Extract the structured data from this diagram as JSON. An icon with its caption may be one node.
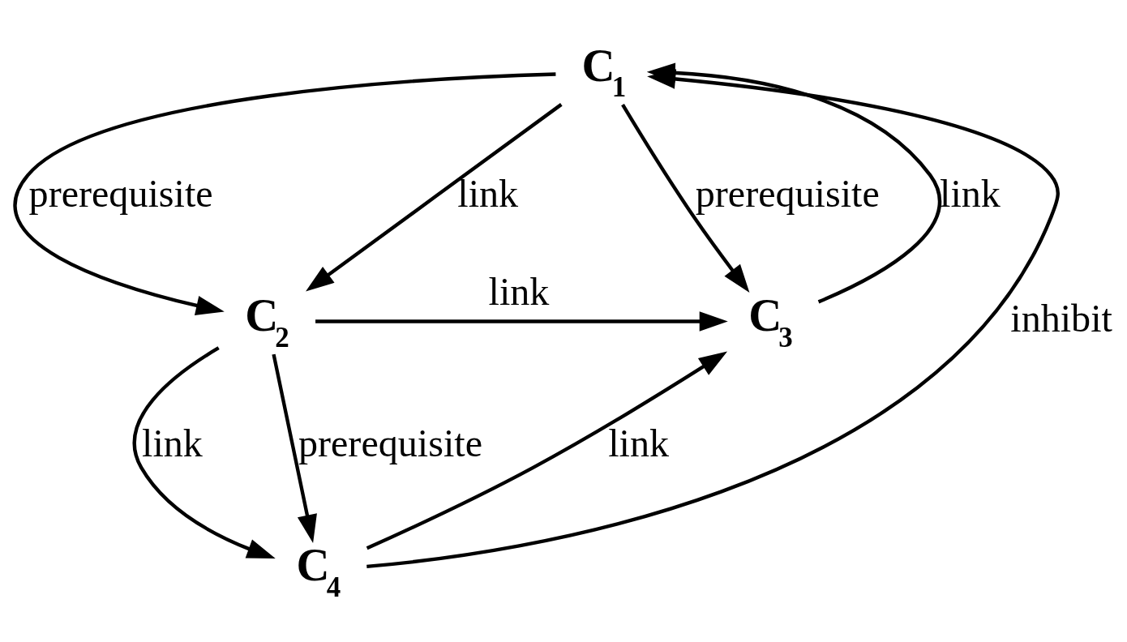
{
  "diagram": {
    "nodes": [
      {
        "text": [
          "C$_{1}$"
        ]
      },
      {
        "text": [
          "C$_{2}$"
        ]
      },
      {
        "text": [
          "C$_{3}$"
        ]
      },
      {
        "text": [
          "C$_{4}$"
        ]
      }
    ],
    "edges": [
      {
        "from": 0,
        "to": 1,
        "arrow": "to",
        "label": "prerequisite"
      },
      {
        "from": 0,
        "to": 1,
        "arrow": "to",
        "label": "link"
      },
      {
        "from": 2,
        "to": 0,
        "arrow": "to",
        "label": "link"
      },
      {
        "from": 0,
        "to": 2,
        "arrow": "to",
        "label": "prerequisite"
      },
      {
        "from": 1,
        "to": 2,
        "arrow": "to",
        "label": "link"
      },
      {
        "from": 1,
        "to": 3,
        "arrow": "to",
        "label": "link"
      },
      {
        "from": 1,
        "to": 3,
        "arrow": "to",
        "label": "prerequisite"
      },
      {
        "from": 3,
        "to": 0,
        "arrow": "to",
        "label": "inhibit"
      },
      {
        "from": 3,
        "to": 2,
        "arrow": "to",
        "label": "link"
      }
    ]
  }
}
